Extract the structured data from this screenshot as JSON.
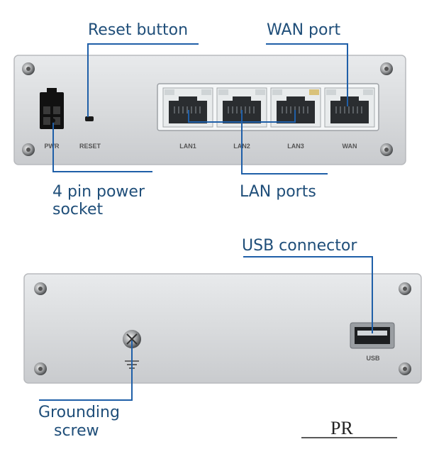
{
  "callouts": {
    "reset_button": "Reset button",
    "wan_port": "WAN port",
    "power_socket_line1": "4 pin power",
    "power_socket_line2": "socket",
    "lan_ports": "LAN ports",
    "usb_connector": "USB  connector",
    "grounding_line1": "Grounding",
    "grounding_line2": "screw"
  },
  "panel_labels": {
    "pwr": "PWR",
    "reset": "RESET",
    "lan1": "LAN1",
    "lan2": "LAN2",
    "lan3": "LAN3",
    "wan": "WAN",
    "usb": "USB"
  },
  "logo": {
    "text": "PR"
  },
  "colors": {
    "callout_text": "#1f4e79",
    "leader_line": "#1f5fa8",
    "panel": "#dcdee0",
    "port_frame": "#f4f6f7",
    "port_jack": "#2a2d30"
  }
}
